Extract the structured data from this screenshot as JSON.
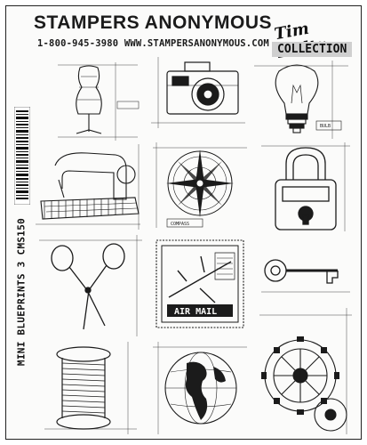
{
  "header": {
    "brand": "STAMPERS ANONYMOUS",
    "contact": "1-800-945-3980 WWW.STAMPERSANONYMOUS.COM",
    "signature": "Tim Holtz",
    "collection": "COLLECTION"
  },
  "product": {
    "code_label": "MINI BLUEPRINTS 3 CMS150"
  },
  "stamps": [
    {
      "name": "dress-form"
    },
    {
      "name": "camera"
    },
    {
      "name": "light-bulb",
      "label": "BULB"
    },
    {
      "name": "sewing-machine"
    },
    {
      "name": "compass-rose",
      "label": "COMPASS"
    },
    {
      "name": "padlock"
    },
    {
      "name": "scissors"
    },
    {
      "name": "air-mail-postage",
      "label": "AIR MAIL"
    },
    {
      "name": "skeleton-key"
    },
    {
      "name": "thread-spool"
    },
    {
      "name": "globe"
    },
    {
      "name": "gears"
    }
  ],
  "colors": {
    "ink": "#1b1b1b",
    "paper": "#fbfbfa",
    "collection_bg": "#cfcfcf"
  }
}
